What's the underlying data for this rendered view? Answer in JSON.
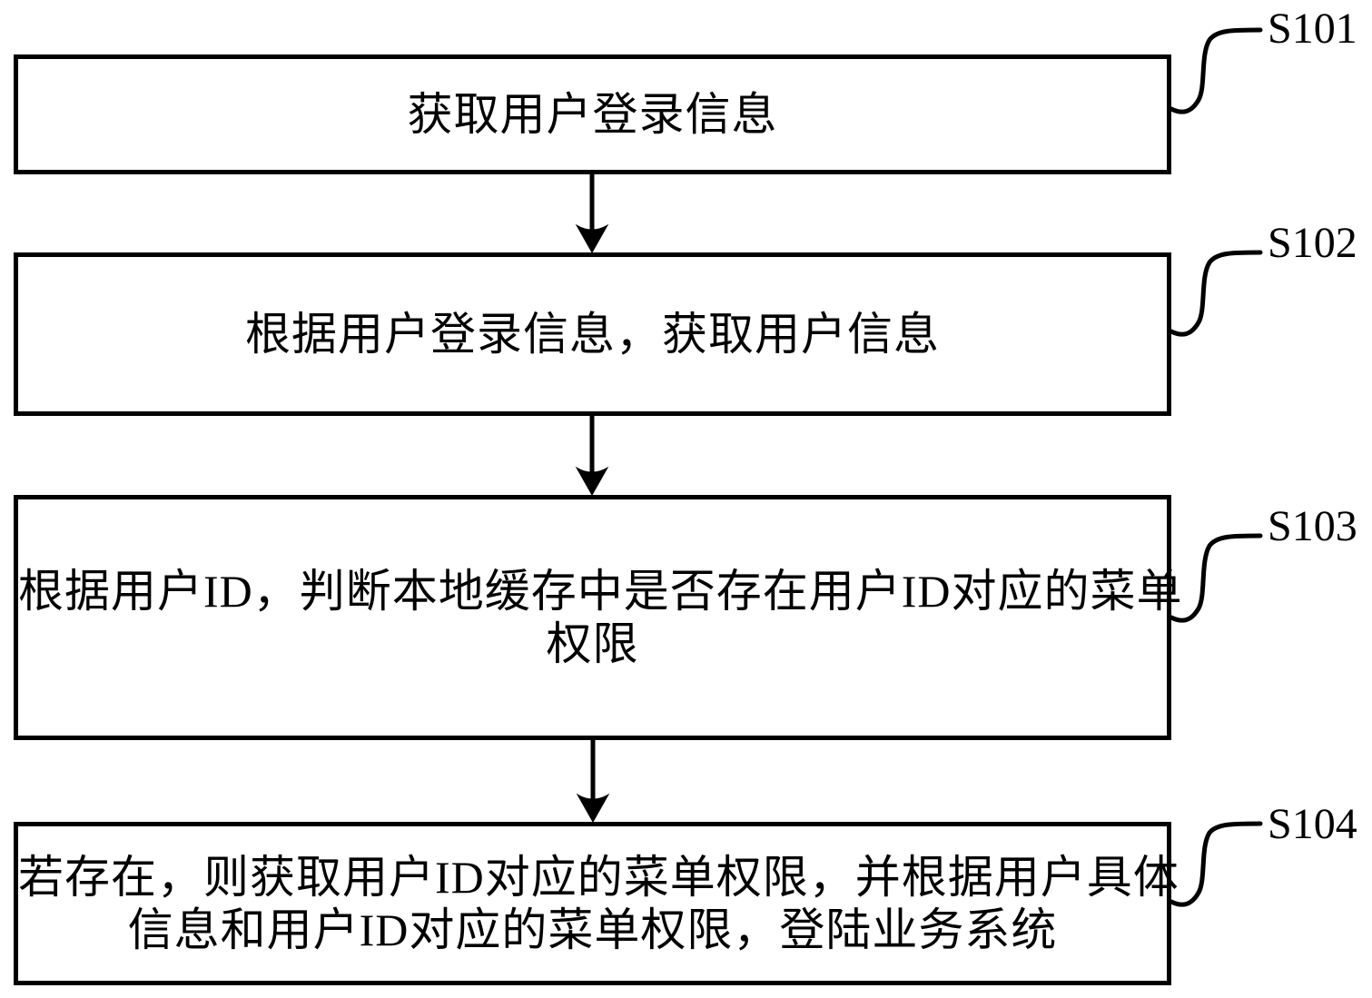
{
  "figure": {
    "type": "flowchart",
    "colors": {
      "line": "#000000",
      "text": "#000000",
      "background": "#ffffff"
    },
    "steps": [
      {
        "id": "S101",
        "label": "S101",
        "lines": [
          "获取用户登录信息"
        ]
      },
      {
        "id": "S102",
        "label": "S102",
        "lines": [
          "根据用户登录信息，获取用户信息"
        ]
      },
      {
        "id": "S103",
        "label": "S103",
        "lines": [
          "根据用户ID，判断本地缓存中是否存在用户ID对应的菜单",
          "权限"
        ]
      },
      {
        "id": "S104",
        "label": "S104",
        "lines": [
          "若存在，则获取用户ID对应的菜单权限，并根据用户具体",
          "信息和用户ID对应的菜单权限，登陆业务系统"
        ]
      }
    ]
  }
}
